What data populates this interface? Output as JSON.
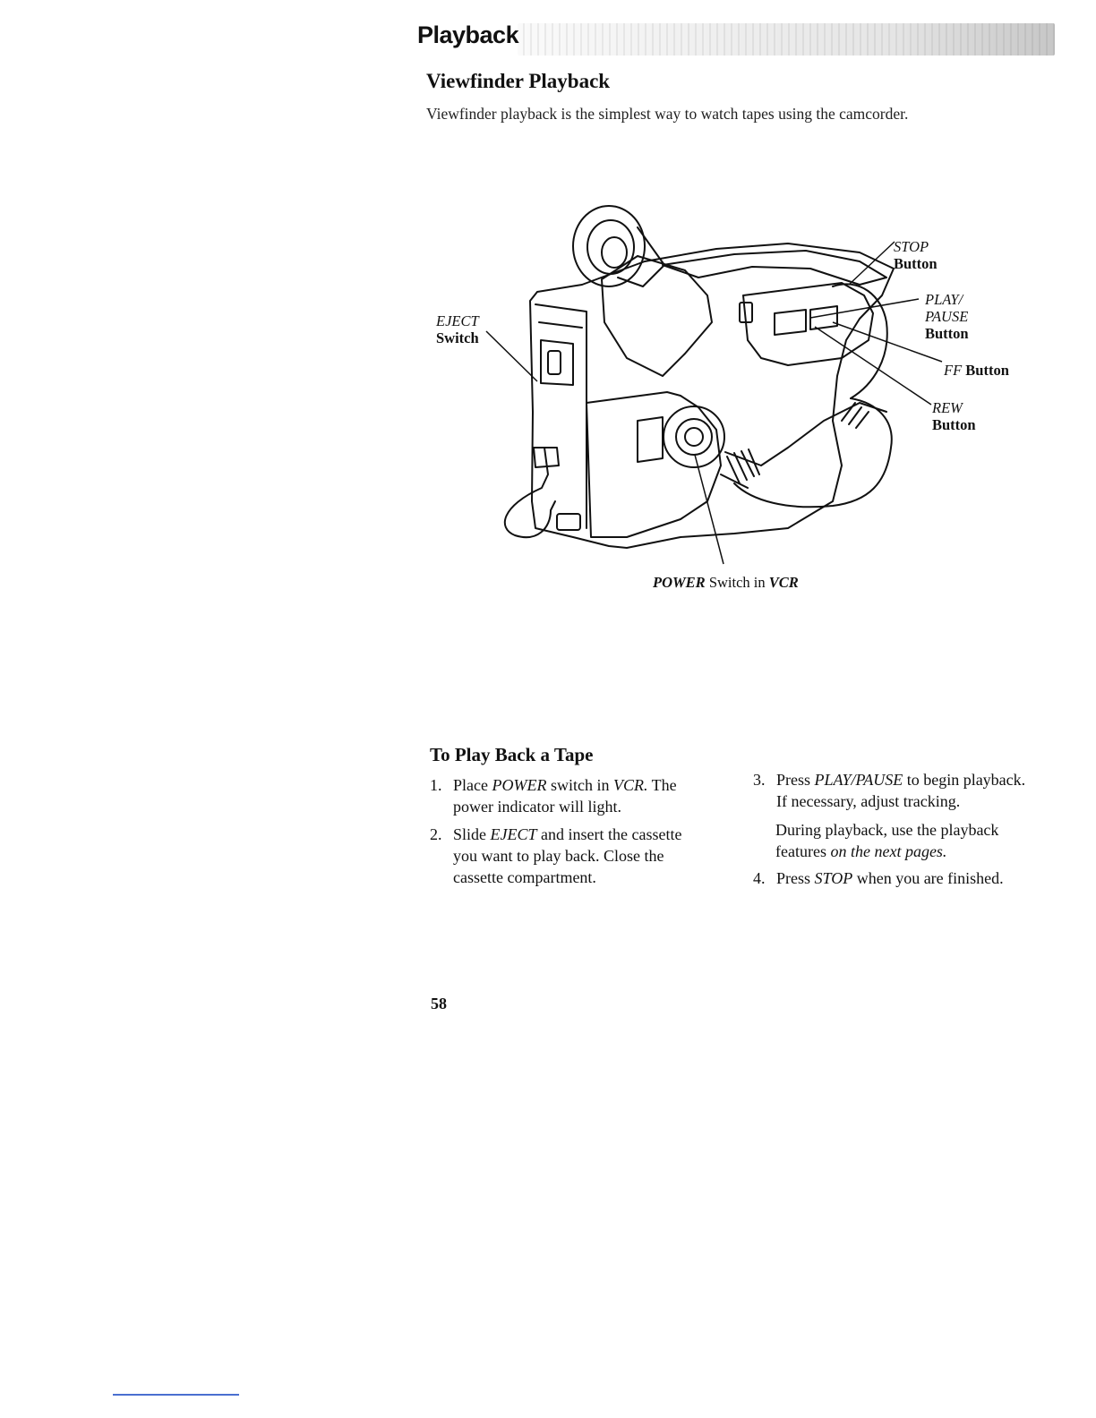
{
  "header": {
    "title": "Playback"
  },
  "section": {
    "title": "Viewfinder Playback",
    "intro": "Viewfinder playback is the simplest way to watch tapes using the camcorder."
  },
  "figure": {
    "labels": {
      "stop": {
        "name": "STOP",
        "word": "Button"
      },
      "play_pause": {
        "name1": "PLAY/",
        "name2": "PAUSE",
        "word": "Button"
      },
      "ff": {
        "name": "FF",
        "word": "Button"
      },
      "rew": {
        "name": "REW",
        "word": "Button"
      },
      "eject": {
        "name": "EJECT",
        "word": "Switch"
      }
    },
    "caption": {
      "power": "POWER",
      "middle": "Switch in",
      "vcr": "VCR"
    }
  },
  "play_back": {
    "title": "To Play Back a Tape",
    "steps": [
      {
        "num": "1.",
        "parts": [
          "Place",
          "POWER",
          "switch in",
          "VCR.",
          "The",
          "power indicator will light."
        ]
      },
      {
        "num": "2.",
        "parts": [
          "Slide",
          "EJECT",
          "and insert the cassette",
          "you want to play back.  Close the",
          "cassette compartment."
        ]
      },
      {
        "num": "3.",
        "parts": [
          "Press",
          "PLAY/PAUSE",
          "to begin playback.",
          "If necessary, adjust tracking."
        ]
      },
      {
        "num": "4.",
        "parts": [
          "Press",
          "STOP",
          "when you are finished."
        ]
      }
    ],
    "note": {
      "line1": "During playback, use the playback",
      "line2_plain": "features",
      "line2_italic": "on the next pages."
    }
  },
  "page_number": "58"
}
